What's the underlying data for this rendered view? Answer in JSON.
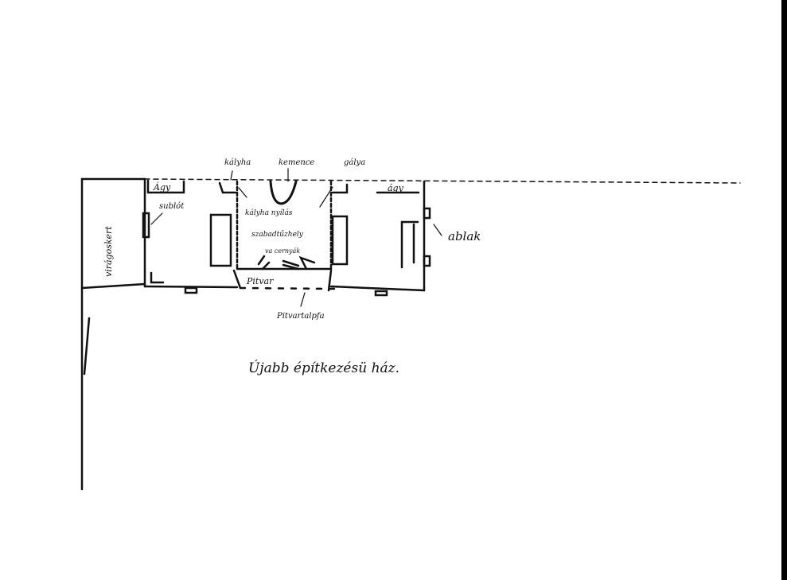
{
  "title": "Újabb építkezésü ház.",
  "labels": {
    "kalyha": "kályha",
    "kemence": "kemence",
    "top_right": "gálya",
    "agy_left": "Ágy",
    "agy_right": "ágy",
    "sublot": "sublót",
    "kalyha_nyilas": "kályha nyílás",
    "szabadtuzhely": "szabadtűzhely",
    "vaczanyak": "va cernyák",
    "pitvar": "Pitvar",
    "pitvartalpfa": "Pitvartalpfa",
    "ablak": "ablak",
    "viragoskert": "virágoskert"
  }
}
